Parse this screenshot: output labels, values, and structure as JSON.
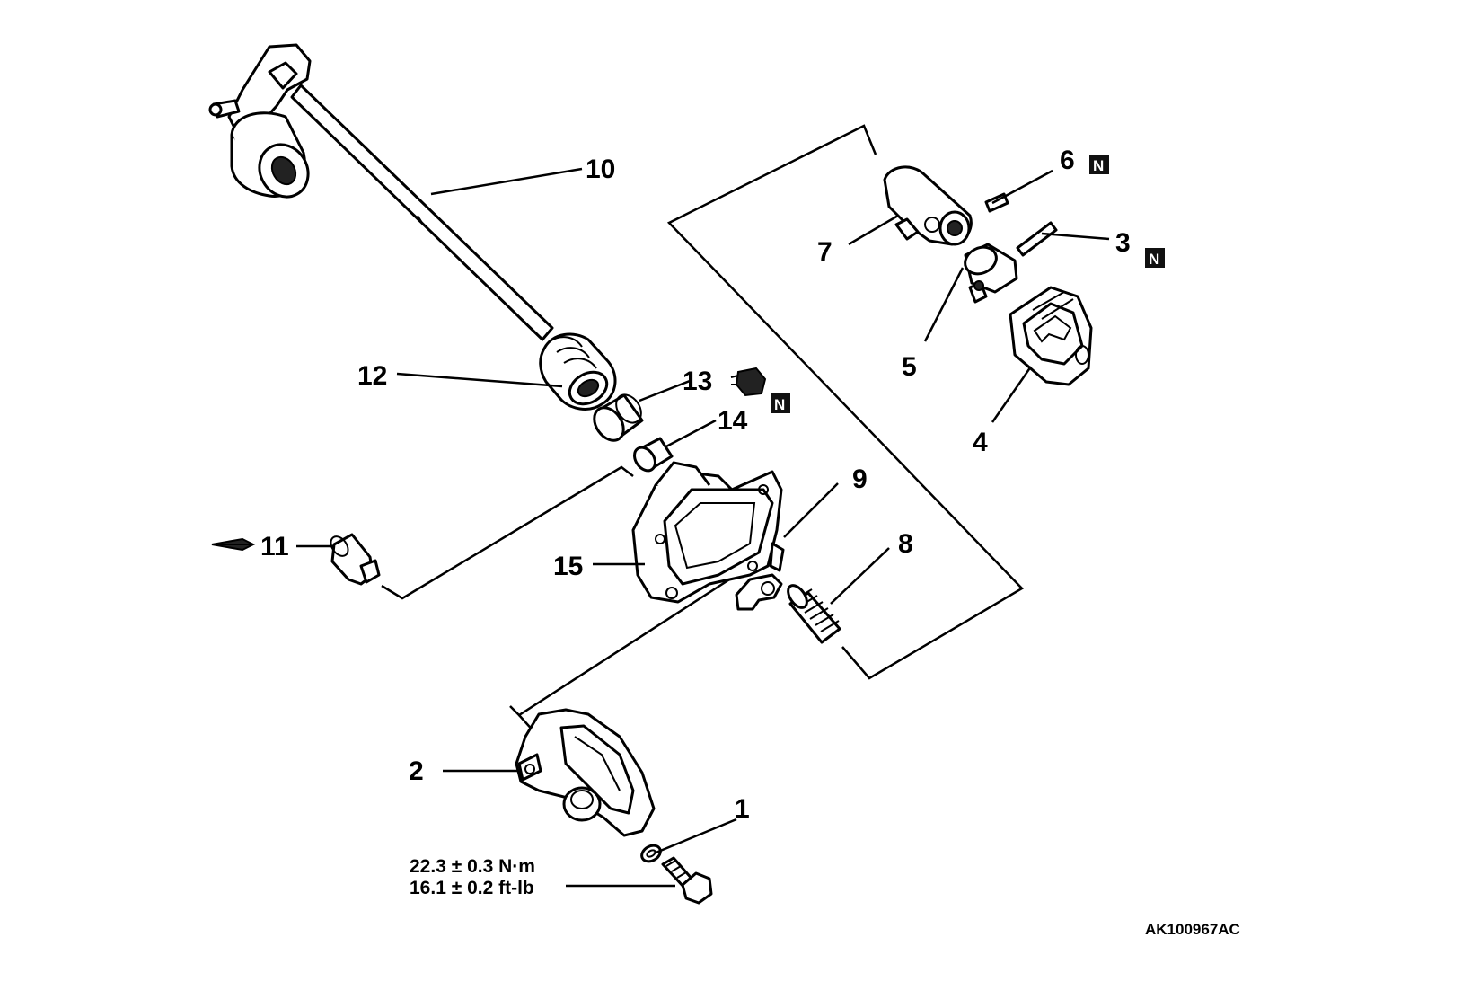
{
  "callouts": {
    "c1": "1",
    "c2": "2",
    "c3": "3",
    "c4": "4",
    "c5": "5",
    "c6": "6",
    "c7": "7",
    "c8": "8",
    "c9": "9",
    "c10": "10",
    "c11": "11",
    "c12": "12",
    "c13": "13",
    "c14": "14",
    "c15": "15"
  },
  "badges": {
    "n_mark": "N"
  },
  "torque": {
    "metric": "22.3 ± 0.3 N·m",
    "imperial": "16.1 ± 0.2 ft-lb"
  },
  "reference_code": "AK100967AC"
}
